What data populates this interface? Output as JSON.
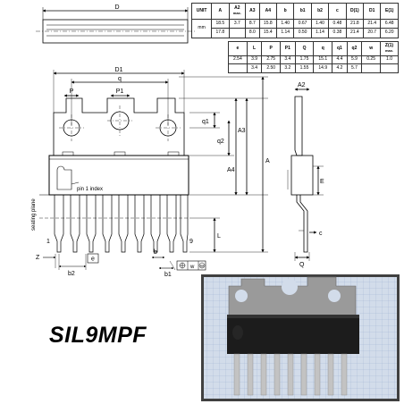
{
  "package_name": "SIL9MPF",
  "table_1": {
    "headers": [
      {
        "main": "UNIT",
        "sub": ""
      },
      {
        "main": "A",
        "sub": ""
      },
      {
        "main": "A2",
        "sub": "max."
      },
      {
        "main": "A3",
        "sub": ""
      },
      {
        "main": "A4",
        "sub": ""
      },
      {
        "main": "b",
        "sub": ""
      },
      {
        "main": "b1",
        "sub": ""
      },
      {
        "main": "b2",
        "sub": ""
      },
      {
        "main": "c",
        "sub": ""
      },
      {
        "main": "D(1)",
        "sub": ""
      },
      {
        "main": "D1",
        "sub": ""
      },
      {
        "main": "E(1)",
        "sub": ""
      }
    ],
    "unit": "mm",
    "rows": [
      [
        "18.5",
        "3.7",
        "8.7",
        "15.8",
        "1.40",
        "0.67",
        "1.40",
        "0.48",
        "21.8",
        "21.4",
        "6.48"
      ],
      [
        "17.8",
        "",
        "8.0",
        "15.4",
        "1.14",
        "0.50",
        "1.14",
        "0.38",
        "21.4",
        "20.7",
        "6.20"
      ]
    ]
  },
  "table_2": {
    "headers": [
      {
        "main": "e",
        "sub": ""
      },
      {
        "main": "L",
        "sub": ""
      },
      {
        "main": "P",
        "sub": ""
      },
      {
        "main": "P1",
        "sub": ""
      },
      {
        "main": "Q",
        "sub": ""
      },
      {
        "main": "q",
        "sub": ""
      },
      {
        "main": "q1",
        "sub": ""
      },
      {
        "main": "q2",
        "sub": ""
      },
      {
        "main": "w",
        "sub": ""
      },
      {
        "main": "Z(1)",
        "sub": "max."
      }
    ],
    "rows": [
      [
        "2.54",
        "3.9",
        "2.75",
        "3.4",
        "1.75",
        "15.1",
        "4.4",
        "5.9",
        "0.25",
        "1.0"
      ],
      [
        "",
        "3.4",
        "2.50",
        "3.2",
        "1.55",
        "14.9",
        "4.2",
        "5.7",
        "",
        ""
      ]
    ]
  },
  "labels": {
    "D": "D",
    "D1": "D1",
    "q": "q",
    "P": "P",
    "P1": "P1",
    "q1": "q1",
    "q2": "q2",
    "A3": "A3",
    "A4": "A4",
    "A": "A",
    "A2": "A2",
    "E": "E",
    "L": "L",
    "c": "c",
    "Q": "Q",
    "Z": "Z",
    "b2": "b2",
    "e": "e",
    "b": "b",
    "b1": "b1",
    "w": "w",
    "w_circle": "M",
    "pin1": "1",
    "pin9": "9",
    "pin1_index": "pin 1 index",
    "seating_plane": "seating plane"
  },
  "colors": {
    "line": "#000000",
    "grid_paper": "#d2dcea",
    "grid_line": "#9fb3cf",
    "chip_body": "#1c1c1c",
    "heatsink": "#9a9a9a",
    "leg": "#c3c3c3",
    "photo_frame": "#404040"
  }
}
